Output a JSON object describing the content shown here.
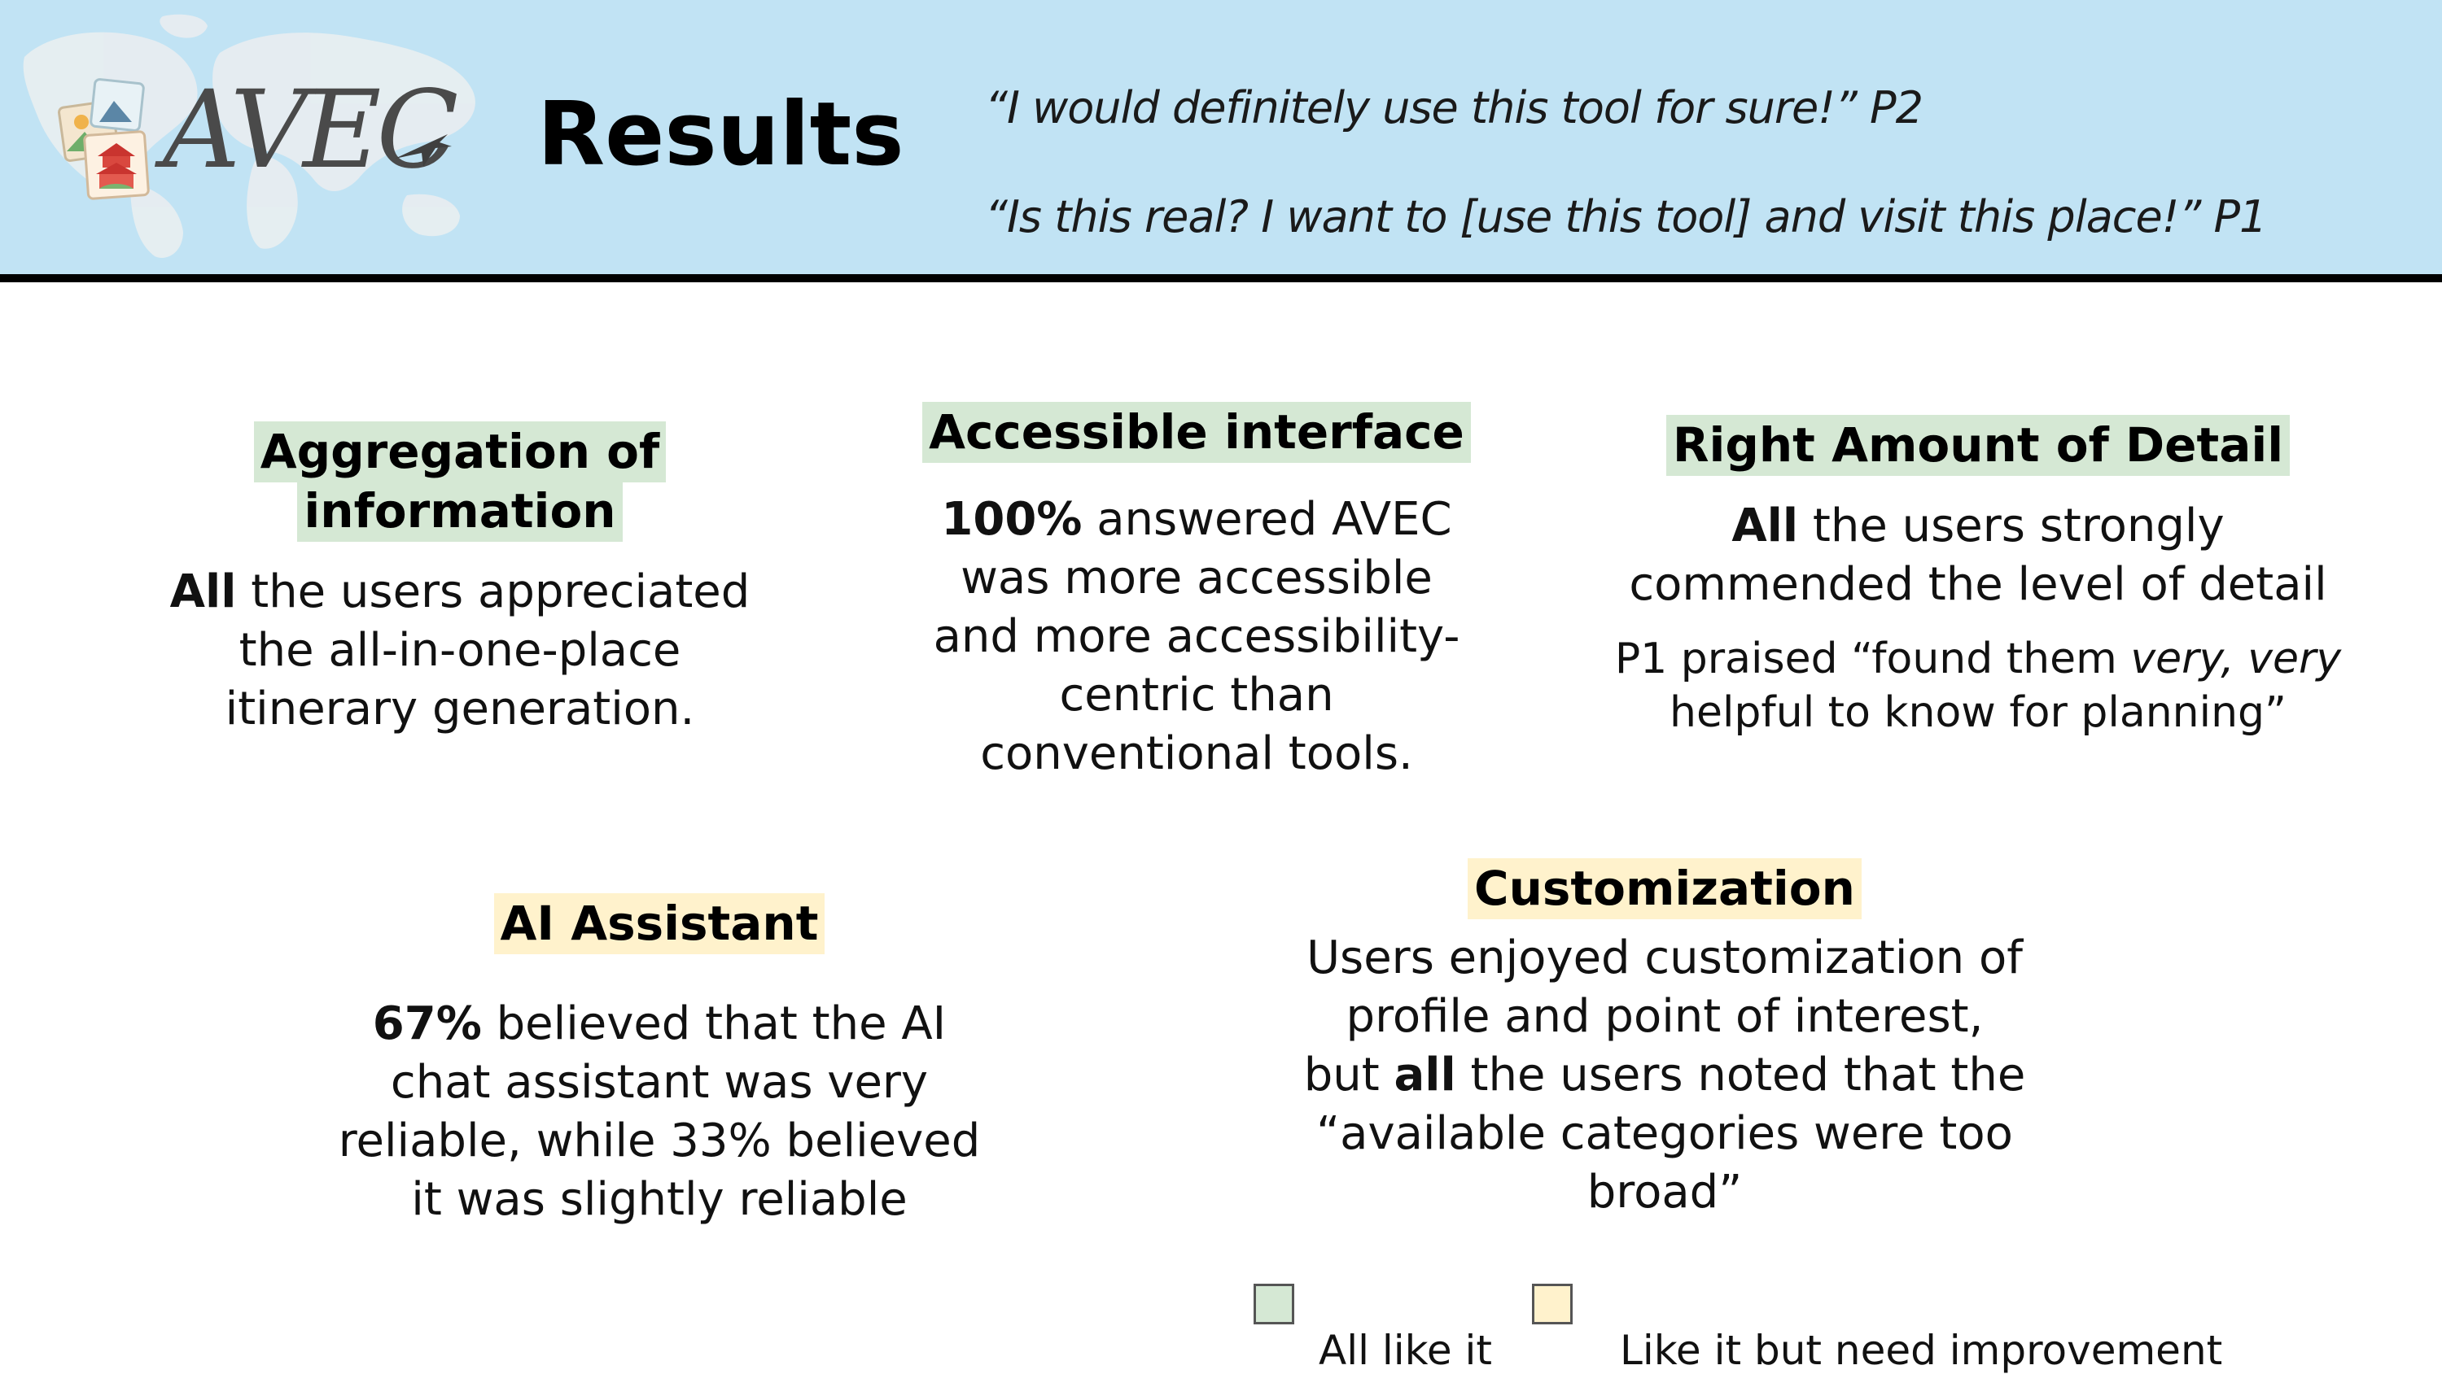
{
  "header": {
    "logo_text": "AVEC",
    "title": "Results",
    "quotes": [
      "“I would definitely use this tool for sure!” P2",
      "“Is this real? I want to [use this tool] and visit this place!” P1"
    ]
  },
  "cards": {
    "aggregation": {
      "heading_line1": "Aggregation of",
      "heading_line2": "information",
      "body_bold": "All",
      "body_line1_rest": " the users appreciated",
      "body_line2": "the all-in-one-place",
      "body_line3": "itinerary generation."
    },
    "accessible": {
      "heading": "Accessible interface",
      "body_bold": "100%",
      "body_line1_rest": " answered AVEC",
      "body_line2": "was more accessible",
      "body_line3": "and more accessibility-",
      "body_line4": "centric than",
      "body_line5": "conventional tools."
    },
    "detail": {
      "heading": "Right Amount of Detail",
      "body_bold": "All",
      "body_line1_rest": " the users strongly",
      "body_line2": "commended the level of detail",
      "quote_line1_a": "P1 praised “found them ",
      "quote_line1_em": "very, very",
      "quote_line2": "helpful to know for planning”"
    },
    "ai": {
      "heading": "AI Assistant",
      "body_bold": "67%",
      "body_line1_rest": " believed that the AI",
      "body_line2": "chat assistant was very",
      "body_line3": "reliable, while 33% believed",
      "body_line4": "it was slightly reliable"
    },
    "custom": {
      "heading": "Customization",
      "body_line1": "Users enjoyed customization of",
      "body_line2": "profile and point of interest,",
      "body_line3_a": "but ",
      "body_line3_bold": "all",
      "body_line3_b": " the users noted that the",
      "body_line4": "“available categories were too",
      "body_line5": "broad”"
    }
  },
  "legend": {
    "items": [
      {
        "label": "All like it",
        "color": "#d5e8d4"
      },
      {
        "label": "Like it but need improvement",
        "color": "#fff2cc"
      }
    ]
  },
  "colors": {
    "header_bg": "#c1e3f4",
    "green_highlight": "#d5e8d4",
    "yellow_highlight": "#fff2cc"
  }
}
